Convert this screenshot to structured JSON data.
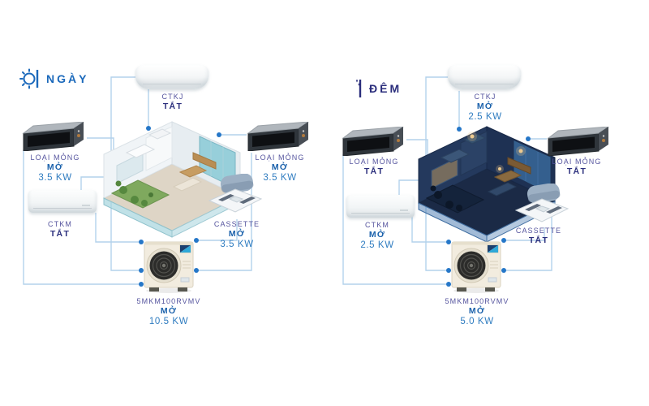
{
  "colors": {
    "accent_blue": "#1b69bb",
    "navy": "#2b2e7c",
    "unit_name_purple": "#55549e",
    "value_blue": "#2f7cc0",
    "pipe_line_blue": "#b3d2ec",
    "connection_dot_blue": "#2577c8"
  },
  "panels": [
    {
      "id": "day",
      "badge": {
        "icon": "sun-icon",
        "label": "NGÀY"
      },
      "units": [
        {
          "key": "wall-unit-ctkj",
          "name": "CTKJ",
          "status": "TẮT",
          "capacity": ""
        },
        {
          "key": "duct-unit-left",
          "name": "LOẠI MỎNG",
          "status": "MỞ",
          "capacity": "3.5 KW"
        },
        {
          "key": "duct-unit-right",
          "name": "LOẠI MỎNG",
          "status": "MỞ",
          "capacity": "3.5 KW"
        },
        {
          "key": "wall-unit-ctkm",
          "name": "CTKM",
          "status": "TẮT",
          "capacity": ""
        },
        {
          "key": "cassette-unit",
          "name": "CASSETTE",
          "status": "MỞ",
          "capacity": "3.5 KW"
        },
        {
          "key": "outdoor-unit",
          "name": "5MKM100RVMV",
          "status": "MỞ",
          "capacity": "10.5 KW"
        }
      ]
    },
    {
      "id": "night",
      "badge": {
        "icon": "moon-icon",
        "label": "ĐÊM"
      },
      "units": [
        {
          "key": "wall-unit-ctkj",
          "name": "CTKJ",
          "status": "MỞ",
          "capacity": "2.5 KW"
        },
        {
          "key": "duct-unit-left",
          "name": "LOẠI MỎNG",
          "status": "TẮT",
          "capacity": ""
        },
        {
          "key": "duct-unit-right",
          "name": "LOẠI MỎNG",
          "status": "TẮT",
          "capacity": ""
        },
        {
          "key": "wall-unit-ctkm",
          "name": "CTKM",
          "status": "MỞ",
          "capacity": "2.5 KW"
        },
        {
          "key": "cassette-unit",
          "name": "CASSETTE",
          "status": "TẮT",
          "capacity": ""
        },
        {
          "key": "outdoor-unit",
          "name": "5MKM100RVMV",
          "status": "MỞ",
          "capacity": "5.0 KW"
        }
      ]
    }
  ]
}
